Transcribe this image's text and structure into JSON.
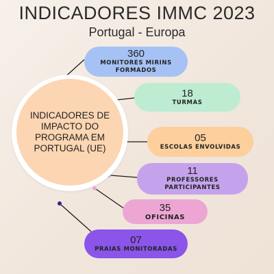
{
  "header": {
    "title": "INDICADORES IMMC 2023",
    "subtitle": "Portugal - Europa"
  },
  "center": {
    "text": "INDICADORES DE IMPACTO DO PROGRAMA EM PORTUGAL (UE)",
    "color": "#fcd5b2"
  },
  "indicators": [
    {
      "value": "360",
      "label": "MONITORES MIRINS FORMADOS",
      "color": "#a6c2f5"
    },
    {
      "value": "18",
      "label": "TURMAS",
      "color": "#bdecd2"
    },
    {
      "value": "05",
      "label": "ESCOLAS ENVOLVIDAS",
      "color": "#fdcf9c"
    },
    {
      "value": "11",
      "label": "PROFESSORES PARTICIPANTES",
      "color": "#c5a3ec"
    },
    {
      "value": "35",
      "label": "OFICINAS",
      "color": "#eda6d4"
    },
    {
      "value": "07",
      "label": "PRAIAS MONITORADAS",
      "color": "#8a55e8"
    }
  ]
}
